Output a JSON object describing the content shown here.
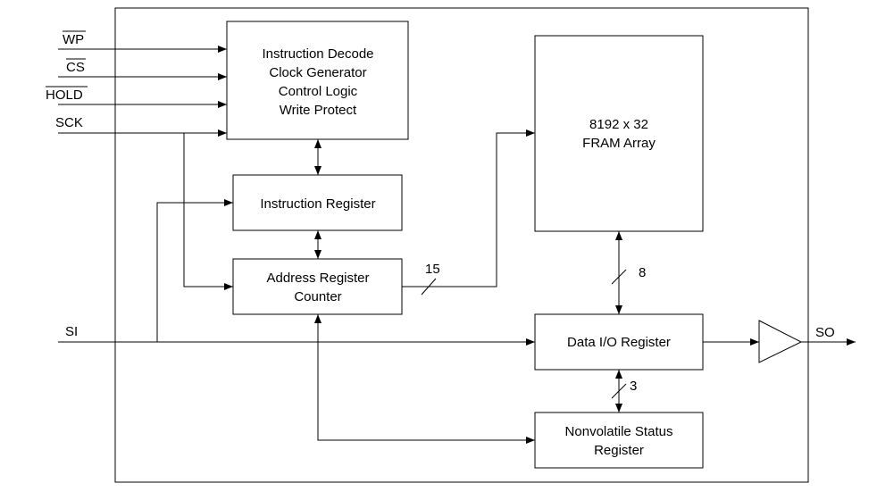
{
  "blocks": {
    "control_lines": [
      "Instruction Decode",
      "Clock Generator",
      "Control Logic",
      "Write Protect"
    ],
    "instruction_register": "Instruction Register",
    "address_register_lines": [
      "Address Register",
      "Counter"
    ],
    "fram_array_lines": [
      "8192 x 32",
      "FRAM Array"
    ],
    "data_io_register": "Data I/O Register",
    "status_register_lines": [
      "Nonvolatile Status",
      "Register"
    ]
  },
  "pins": {
    "wp": "WP",
    "cs": "CS",
    "hold": "HOLD",
    "sck": "SCK",
    "si": "SI",
    "so": "SO"
  },
  "bus_widths": {
    "address_to_array": "15",
    "array_to_io": "8",
    "io_to_status": "3"
  }
}
